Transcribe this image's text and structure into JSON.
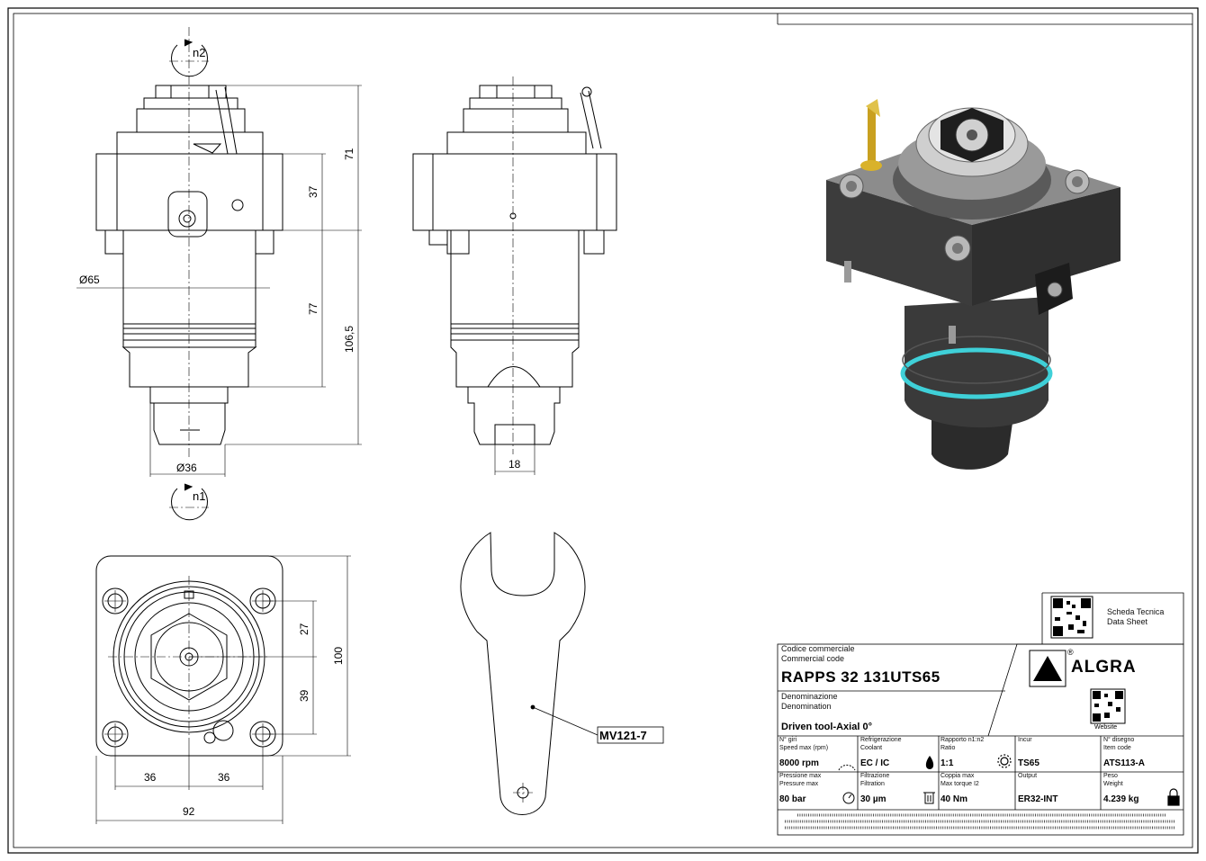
{
  "drawing": {
    "rotation_top": "n2",
    "rotation_bottom": "n1",
    "dimensions": {
      "d65": "Ø65",
      "d36": "Ø36",
      "h71": "71",
      "h37": "37",
      "h77": "77",
      "h106": "106,5",
      "w18": "18",
      "v27": "27",
      "v39": "39",
      "v100": "100",
      "w36a": "36",
      "w36b": "36",
      "w92": "92"
    },
    "wrench_label": "MV121-7"
  },
  "title_block": {
    "datasheet_it": "Scheda Tecnica",
    "datasheet_en": "Data Sheet",
    "brand": "ALGRA",
    "brand_mark": "®",
    "website": "Website",
    "code_label_it": "Codice commerciale",
    "code_label_en": "Commercial code",
    "code_value": "RAPPS 32 131UTS65",
    "denom_label_it": "Denominazione",
    "denom_label_en": "Denomination",
    "denom_value": "Driven tool-Axial 0°",
    "cells": [
      {
        "label_it": "N° giri",
        "label_en": "Speed max (rpm)",
        "value": "8000 rpm"
      },
      {
        "label_it": "Refrigerazione",
        "label_en": "Coolant",
        "value": "EC / IC"
      },
      {
        "label_it": "Rapporto n1:n2",
        "label_en": "Ratio",
        "value": "1:1"
      },
      {
        "label_it": "Incur",
        "label_en": "",
        "value": "TS65"
      },
      {
        "label_it": "N° disegno",
        "label_en": "Item code",
        "value": "ATS113-A"
      },
      {
        "label_it": "Pressione max",
        "label_en": "Pressure max",
        "value": "80 bar"
      },
      {
        "label_it": "Filtrazione",
        "label_en": "Filtration",
        "value": "30 µm"
      },
      {
        "label_it": "Coppia max",
        "label_en": "Max torque I2",
        "value": "40 Nm"
      },
      {
        "label_it": "Output",
        "label_en": "",
        "value": "ER32-INT"
      },
      {
        "label_it": "Peso",
        "label_en": "Weight",
        "value": "4.239 kg"
      }
    ]
  }
}
